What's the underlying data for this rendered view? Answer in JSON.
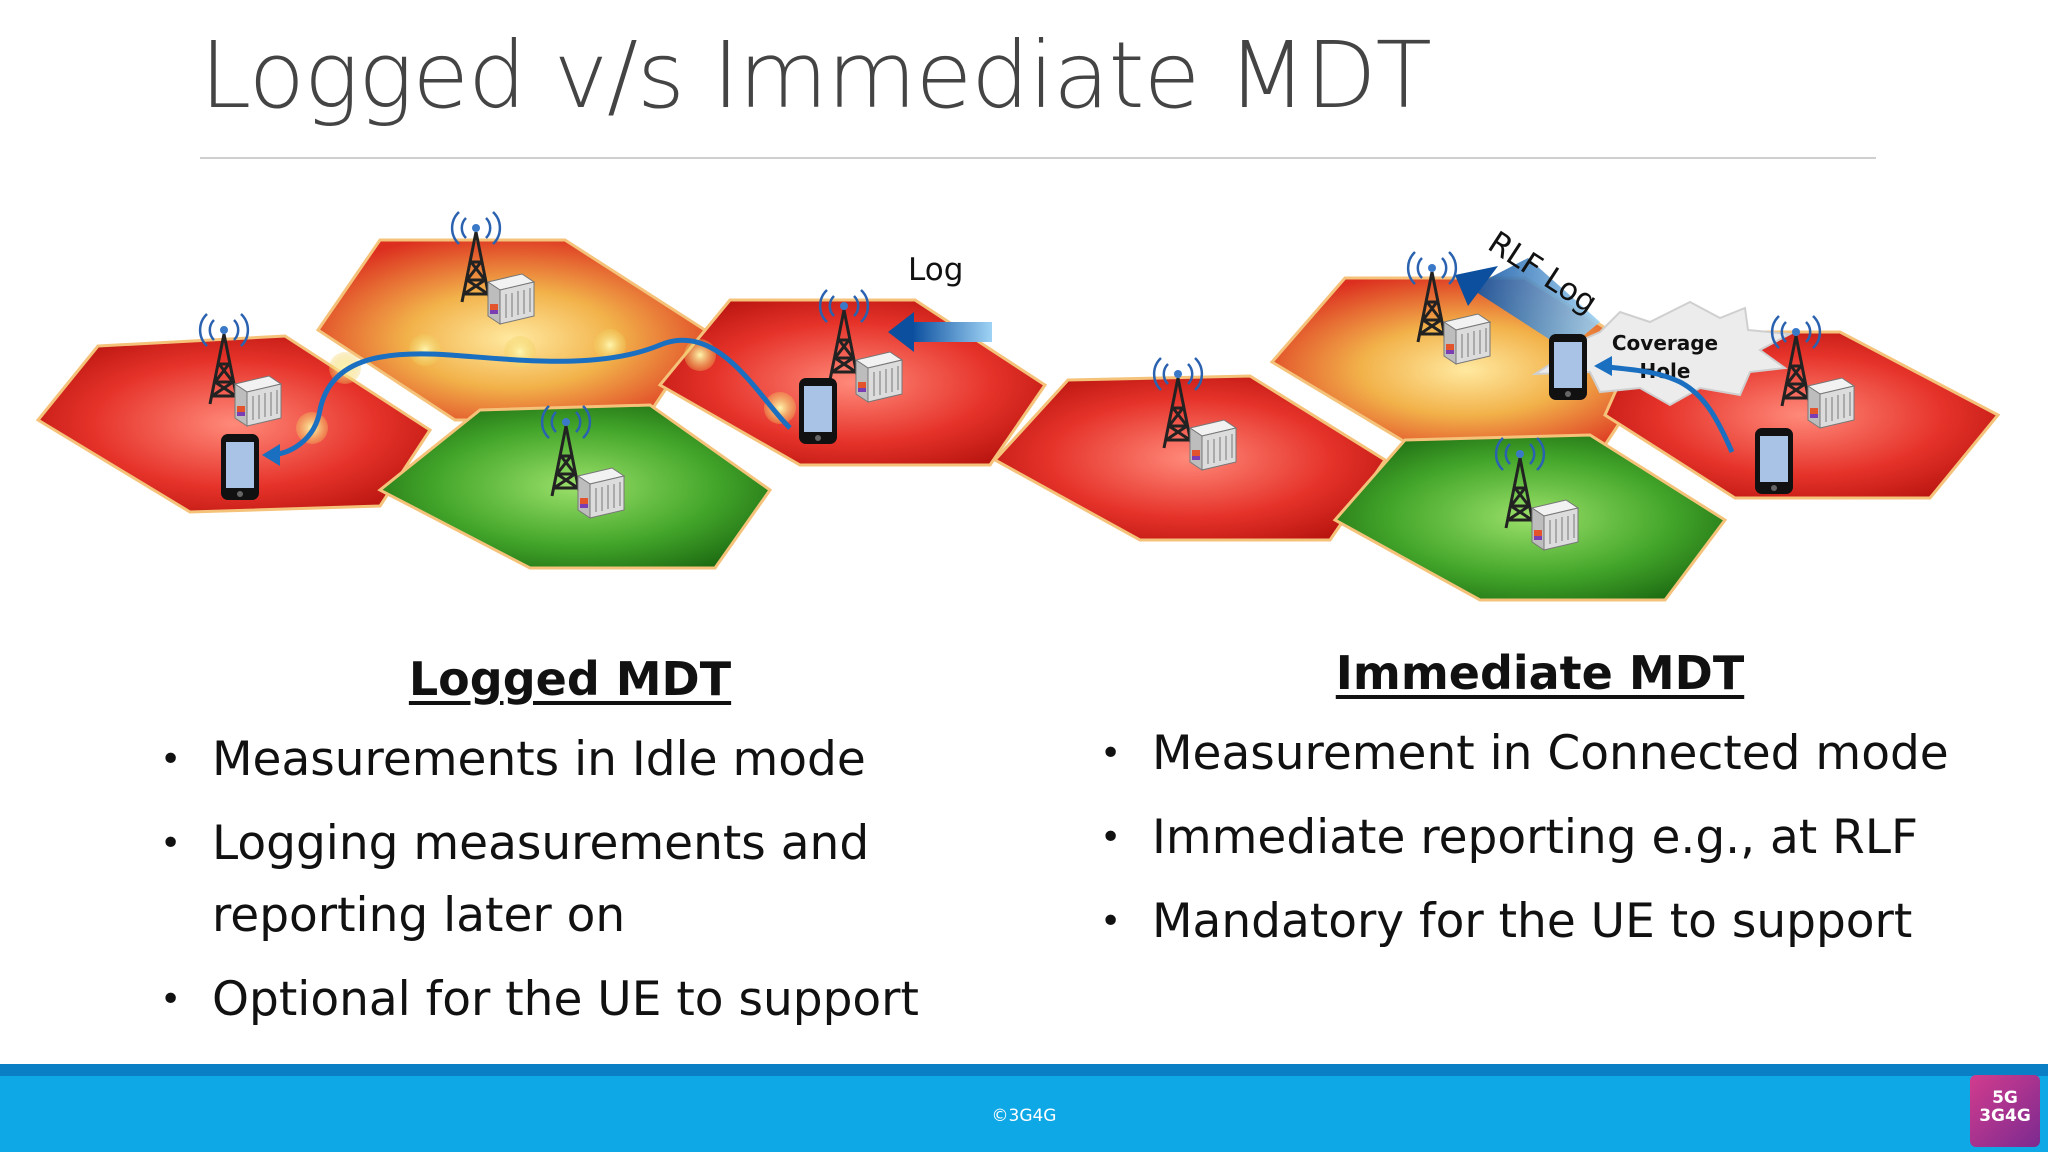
{
  "slide": {
    "title": "Logged v/s Immediate MDT"
  },
  "diagram": {
    "log_label": "Log",
    "rlf_log_label": "RLF Log",
    "coverage_hole_line1": "Coverage",
    "coverage_hole_line2": "Hole"
  },
  "logged": {
    "heading": "Logged MDT",
    "bullets": [
      "Measurements in Idle mode",
      "Logging measurements and reporting later on",
      "Optional for the UE to support"
    ]
  },
  "immediate": {
    "heading": "Immediate MDT",
    "bullets": [
      "Measurement in Connected mode",
      "Immediate reporting e.g., at RLF",
      "Mandatory for the UE to support"
    ]
  },
  "footer": {
    "copyright": "©3G4G",
    "logo_line1": "5G",
    "logo_line2": "3G4G"
  },
  "colors": {
    "footer_blue": "#0fa8e6",
    "footer_border": "#0a7fc6",
    "cell_red": "#d9261c",
    "cell_green": "#2e8b1e",
    "arrow_blue": "#1a6fc0"
  }
}
